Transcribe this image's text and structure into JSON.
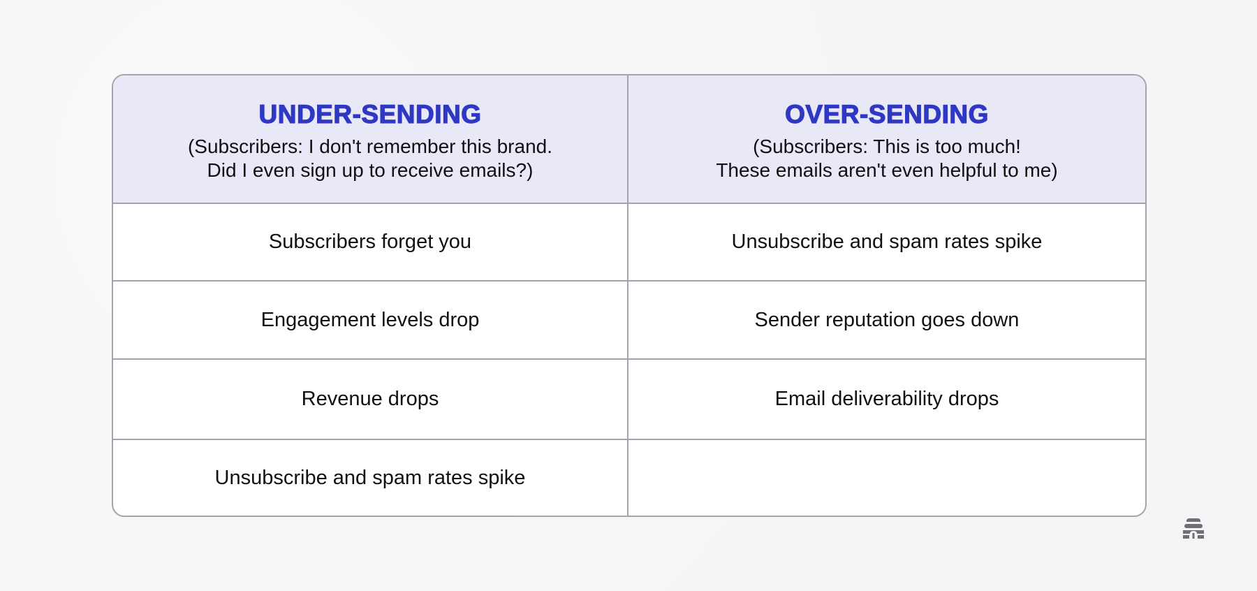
{
  "table": {
    "columns": [
      {
        "title": "UNDER-SENDING",
        "subtitle": "(Subscribers: I don't remember this brand.\nDid I even sign up to receive emails?)"
      },
      {
        "title": "OVER-SENDING",
        "subtitle": "(Subscribers: This is too much!\nThese emails aren't even helpful to me)"
      }
    ],
    "rows": [
      [
        "Subscribers forget you",
        "Unsubscribe and spam rates spike"
      ],
      [
        "Engagement levels drop",
        "Sender reputation goes down"
      ],
      [
        "Revenue drops",
        "Email deliverability drops"
      ],
      [
        "Unsubscribe and spam rates spike",
        ""
      ]
    ]
  },
  "colors": {
    "header_bg": "#e8e8f7",
    "title_blue": "#2f38c2",
    "border": "#a3a3ad",
    "logo_grey": "#6e6e78"
  },
  "logo": {
    "icon": "beehive-icon"
  }
}
